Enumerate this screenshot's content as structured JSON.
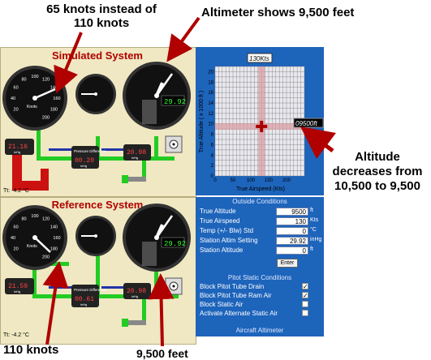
{
  "annotations": {
    "top_left": "65 knots instead of 110 knots",
    "top_right": "Altimeter shows 9,500 feet",
    "right": "Altitude decreases from 10,500 to 9,500",
    "bottom_left": "110 knots",
    "bottom_right": "9,500 feet"
  },
  "simulated": {
    "title": "Simulated System",
    "airspeed_label": "Knots",
    "airspeed_ticks": [
      "20",
      "40",
      "60",
      "80",
      "100",
      "120",
      "140",
      "160",
      "180",
      "200"
    ],
    "altimeter_display": "29.92",
    "inhg_left": "21.16",
    "inhg_right": "20.98",
    "inhg_unit": "inHg",
    "pressure_label": "Pressure Difference",
    "pressure_value": "00.20",
    "pressure_unit": "inHg",
    "temp": "Tt:  -4.2 °C"
  },
  "reference": {
    "title": "Reference System",
    "airspeed_label": "Knots",
    "altimeter_display": "29.92",
    "inhg_left": "21.59",
    "inhg_right": "20.98",
    "inhg_unit": "inHg",
    "pressure_label": "Pressure Difference",
    "pressure_value": "00.61",
    "pressure_unit": "inHg",
    "temp": "Tt:  -4.2 °C"
  },
  "chart_data": {
    "type": "scatter",
    "title": "",
    "top_readout": "130Kts",
    "right_readout": "09500ft",
    "xlabel": "True Airspeed (Kts)",
    "ylabel": "True Altitude ( x 1000 ft )",
    "x_ticks": [
      "0",
      "50",
      "100",
      "150",
      "200"
    ],
    "y_ticks": [
      "0",
      "2",
      "4",
      "6",
      "8",
      "10",
      "12",
      "14",
      "16",
      "18",
      "20"
    ],
    "xlim": [
      0,
      250
    ],
    "ylim": [
      0,
      21
    ],
    "point": {
      "x": 130,
      "y": 9.5
    },
    "grid": true
  },
  "outside_conditions": {
    "title": "Outside Conditions",
    "rows": [
      {
        "label": "True Altitude",
        "value": "9500",
        "unit": "ft"
      },
      {
        "label": "True Airspeed",
        "value": "130",
        "unit": "Kts"
      },
      {
        "label": "Temp (+/- Blw) Std",
        "value": "0",
        "unit": "°C"
      },
      {
        "label": "Station Altim Setting",
        "value": "29.92",
        "unit": "inHg"
      },
      {
        "label": "Station Altitude",
        "value": "0",
        "unit": "ft"
      }
    ],
    "enter_label": "Enter"
  },
  "pitot_static": {
    "title": "Pitot Static Conditions",
    "options": [
      {
        "label": "Block Pitot Tube Drain",
        "checked": true
      },
      {
        "label": "Block Pitot Tube Ram Air",
        "checked": true
      },
      {
        "label": "Block Static Air",
        "checked": false
      },
      {
        "label": "Activate Alternate Static Air",
        "checked": false
      }
    ]
  },
  "aircraft_altimeter_label": "Aircraft Altimeter",
  "colors": {
    "panel_blue": "#1d64bb",
    "title_red": "#b00000",
    "pipe_green": "#22cc22",
    "pipe_red": "#cc1111",
    "panel_bg": "#efe8c2"
  }
}
